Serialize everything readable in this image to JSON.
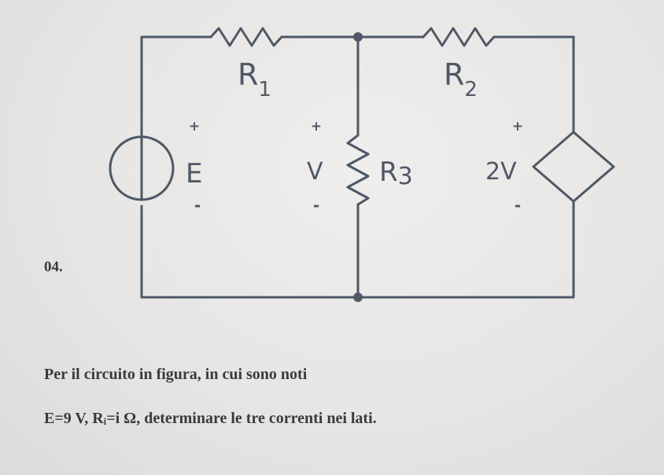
{
  "question_number": "04.",
  "problem": {
    "line1": "Per il circuito in figura, in cui sono noti",
    "line2": "E=9 V, Rᵢ=i Ω, determinare le tre correnti nei lati."
  },
  "circuit": {
    "r1_label": "R",
    "r1_sub": "1",
    "r2_label": "R",
    "r2_sub": "2",
    "r3_label": "R",
    "r3_sub": "3",
    "e_label": "E",
    "v_label": "V",
    "dep_label": "2V",
    "plus": "+",
    "minus": "-"
  }
}
